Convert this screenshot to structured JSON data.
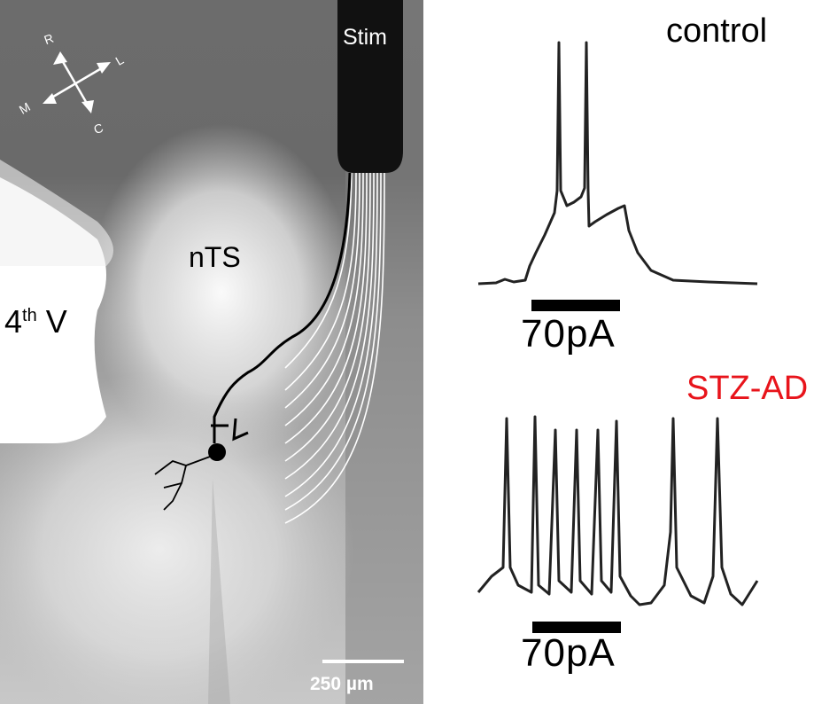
{
  "micrograph": {
    "stim_label": "Stim",
    "region_label": "nTS",
    "ventricle_label": "4",
    "ventricle_sup": "th",
    "ventricle_suffix": "V",
    "compass": {
      "rostral": "R",
      "caudal": "C",
      "medial": "M",
      "lateral": "L"
    },
    "scale_bar_label": "250 µm"
  },
  "traces": {
    "control": {
      "label": "control",
      "stimulus_label": "70pA",
      "label_color": "#000000"
    },
    "stz": {
      "label": "STZ-AD",
      "stimulus_label": "70pA",
      "label_color": "#e8141b"
    }
  }
}
